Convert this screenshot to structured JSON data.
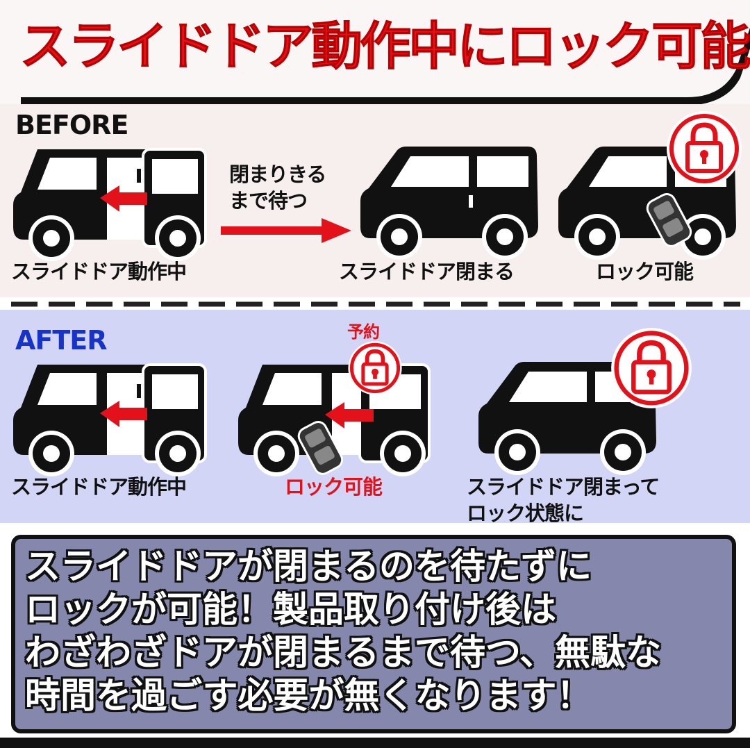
{
  "title": "スライドドア動作中にロック可能",
  "before": {
    "label": "BEFORE",
    "wait_text": "閉まりきる\nまで待つ",
    "captions": [
      "スライドドア動作中",
      "スライドドア閉まる",
      "ロック可能"
    ]
  },
  "after": {
    "label": "AFTER",
    "reserve_badge": "予約",
    "captions": [
      "スライドドア動作中",
      "ロック可能",
      "スライドドア閉まって",
      "ロック状態に"
    ]
  },
  "bottom": {
    "lines": [
      "スライドドアが閉まるのを待たずに",
      "ロックが可能！製品取り付け後は",
      "わざわざドアが閉まるまで待つ、無駄な",
      "時間を過ごす必要が無くなります！"
    ]
  },
  "colors": {
    "accent_red": "#e3121a",
    "after_blue": "#1733c9",
    "before_bg": "#f7eeee",
    "after_bg": "#d2d5f5",
    "box_bg": "#8587ad"
  },
  "icons": [
    "lock-icon",
    "arrow-left-icon",
    "arrow-right-icon",
    "car-key-icon"
  ]
}
